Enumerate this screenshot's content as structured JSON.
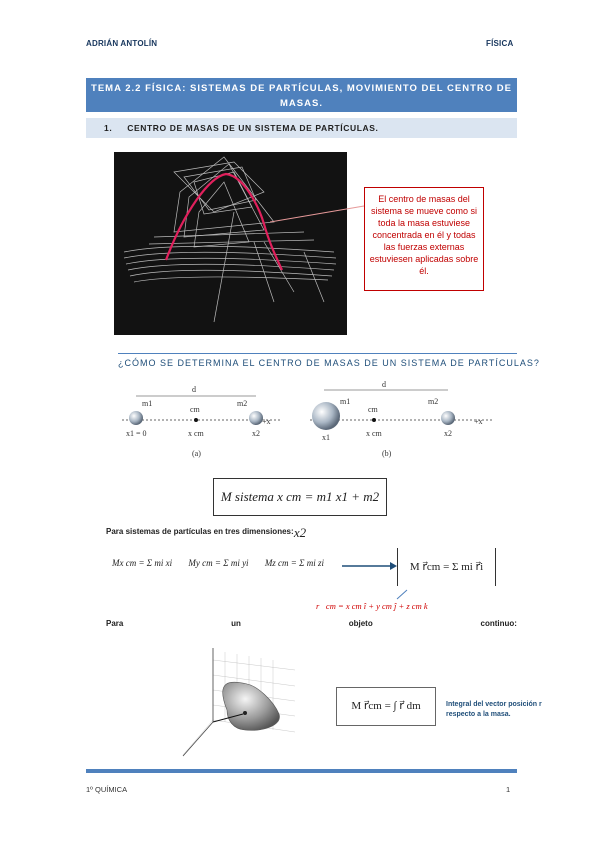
{
  "header": {
    "author": "ADRIÁN ANTOLÍN",
    "subject": "FÍSICA"
  },
  "banner": {
    "line1": "TEMA 2.2 FÍSICA: SISTEMAS DE PARTÍCULAS, MOVIMIENTO DEL CENTRO DE",
    "line2": "MASAS."
  },
  "section1": {
    "number": "1.",
    "title": "CENTRO DE MASAS DE UN SISTEMA DE PARTÍCULAS."
  },
  "callout": {
    "text": "El centro de masas del sistema se mueve como si toda la masa estuviese concentrada en él y todas las fuerzas externas estuviesen aplicadas sobre él."
  },
  "section2": {
    "title": "¿CÓMO SE DETERMINA EL CENTRO DE MASAS DE UN SISTEMA DE PARTÍCULAS?"
  },
  "diagram": {
    "d": "d",
    "m1": "m1",
    "m2": "m2",
    "cm": "cm",
    "xcm": "x cm",
    "x1_zero": "x1 = 0",
    "x1": "x1",
    "x2": "x2",
    "axis": "+x",
    "caption_a": "(a)",
    "caption_b": "(b)"
  },
  "formula_main": "M sistema x cm = m1 x1 + m2 x2",
  "three_d": {
    "label": "Para sistemas de partículas en tres dimensiones:",
    "eq_x": "Mx cm = Σ mi xi",
    "eq_y": "My cm = Σ mi yi",
    "eq_z": "Mz cm = Σ mi zi",
    "vector_eq": "M r⃗cm = Σ mi r⃗i",
    "red_eq": "r⃗cm = x cm î + y cm ĵ + z cm k⃗"
  },
  "continuous": {
    "w1": "Para",
    "w2": "un",
    "w3": "objeto",
    "w4": "continuo:"
  },
  "integral": {
    "formula": "M r⃗cm = ∫ r⃗ dm",
    "note": "Integral del vector posición r respecto a la masa."
  },
  "footer": {
    "left": "1º QUÍMICA",
    "page": "1"
  }
}
